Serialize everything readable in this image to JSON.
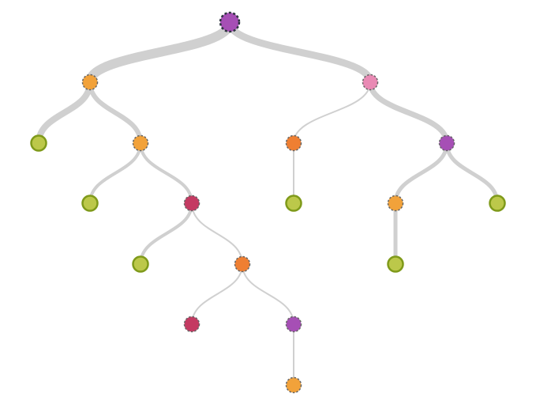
{
  "colors": {
    "link": "#d0d0d0",
    "leaf_fill": "#bcc84a",
    "leaf_stroke": "#7f9a1a",
    "node_stroke": "#666666",
    "root_stroke": "#2e3440"
  },
  "tree": {
    "id": "n0",
    "color": "#a64fb5",
    "root": true,
    "children": [
      {
        "id": "n1",
        "color": "#f2a23a",
        "weight": 12,
        "children": [
          {
            "id": "n3",
            "leaf": true,
            "weight": 8
          },
          {
            "id": "n4",
            "color": "#f2a23a",
            "weight": 6,
            "children": [
              {
                "id": "n7",
                "leaf": true,
                "weight": 4
              },
              {
                "id": "n8",
                "color": "#c43a62",
                "weight": 4,
                "children": [
                  {
                    "id": "n12",
                    "leaf": true,
                    "weight": 4
                  },
                  {
                    "id": "n13",
                    "color": "#ef7f32",
                    "weight": 2,
                    "children": [
                      {
                        "id": "n15",
                        "color": "#c43a62",
                        "weight": 2
                      },
                      {
                        "id": "n16",
                        "color": "#a64fb5",
                        "weight": 2,
                        "children": [
                          {
                            "id": "n17",
                            "color": "#f2a23a",
                            "weight": 2
                          }
                        ]
                      }
                    ]
                  }
                ]
              }
            ]
          }
        ]
      },
      {
        "id": "n2",
        "color": "#e98ab4",
        "weight": 9,
        "children": [
          {
            "id": "n5",
            "color": "#ef7f32",
            "weight": 2,
            "children": [
              {
                "id": "n9",
                "leaf": true,
                "weight": 2
              }
            ]
          },
          {
            "id": "n6",
            "color": "#a64fb5",
            "weight": 7,
            "children": [
              {
                "id": "n10",
                "color": "#f2a23a",
                "weight": 5,
                "children": [
                  {
                    "id": "n14",
                    "leaf": true,
                    "weight": 5
                  }
                ]
              },
              {
                "id": "n11",
                "leaf": true,
                "weight": 5
              }
            ]
          }
        ]
      }
    ]
  }
}
